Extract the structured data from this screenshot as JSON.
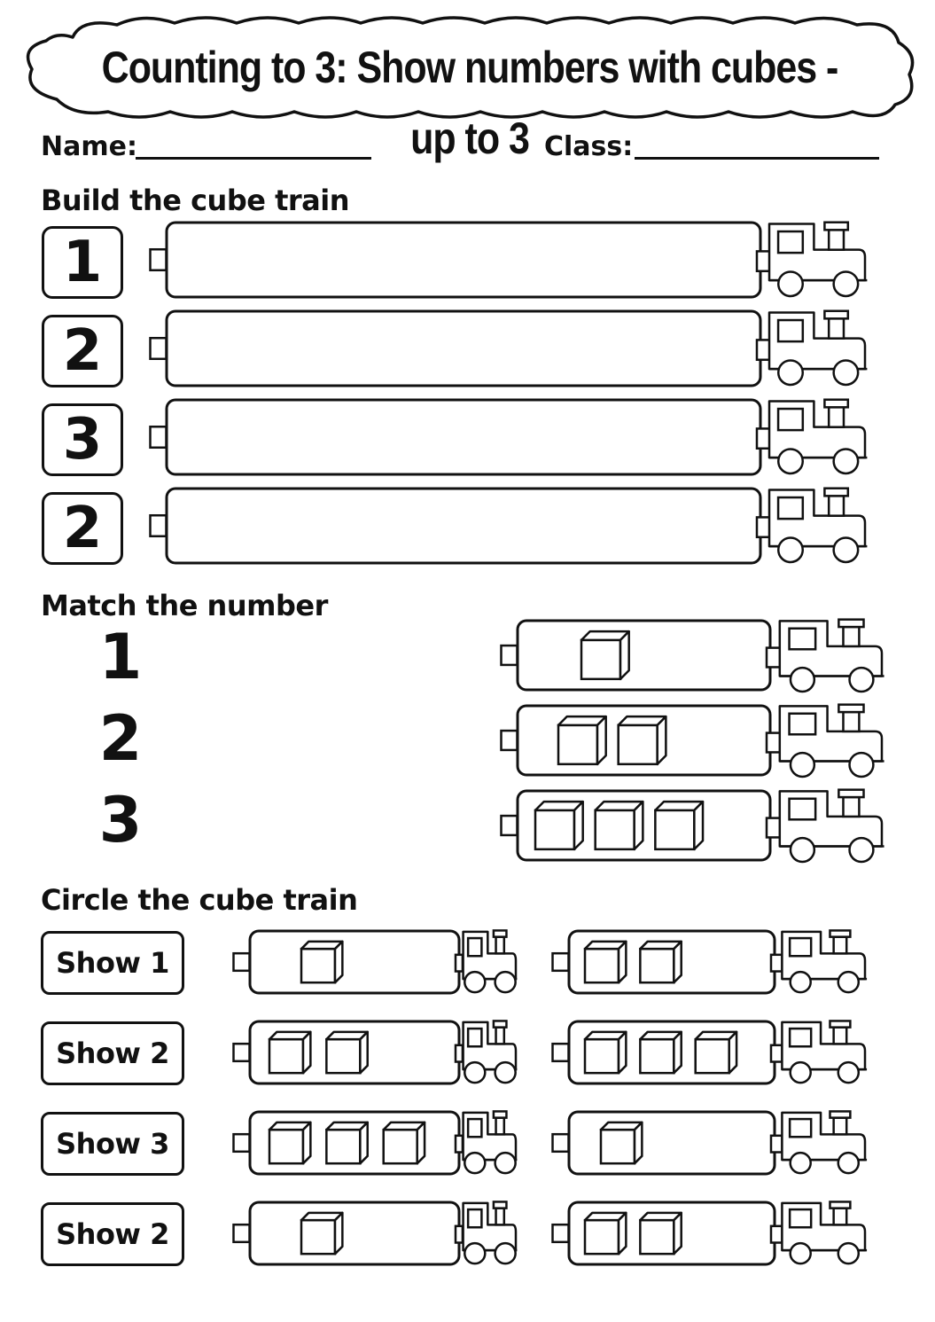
{
  "title": "Counting to 3: Show numbers with cubes - up to 3",
  "name_label": "Name:",
  "class_label": "Class:",
  "sections": {
    "build": {
      "title": "Build the cube train",
      "rows": [
        {
          "number": "1"
        },
        {
          "number": "2"
        },
        {
          "number": "3"
        },
        {
          "number": "2"
        }
      ]
    },
    "match": {
      "title": "Match the number",
      "numbers": [
        "1",
        "2",
        "3"
      ],
      "trains": [
        {
          "cubes": 1
        },
        {
          "cubes": 2
        },
        {
          "cubes": 3
        }
      ]
    },
    "circle": {
      "title": "Circle the cube train",
      "rows": [
        {
          "label": "Show 1",
          "left_cubes": 1,
          "right_cubes": 2
        },
        {
          "label": "Show 2",
          "left_cubes": 2,
          "right_cubes": 3
        },
        {
          "label": "Show 3",
          "left_cubes": 3,
          "right_cubes": 1
        },
        {
          "label": "Show 2",
          "left_cubes": 1,
          "right_cubes": 2
        }
      ]
    }
  },
  "icons": {
    "train": "train-engine-icon",
    "cube": "cube-icon",
    "cloud": "cloud-banner"
  }
}
